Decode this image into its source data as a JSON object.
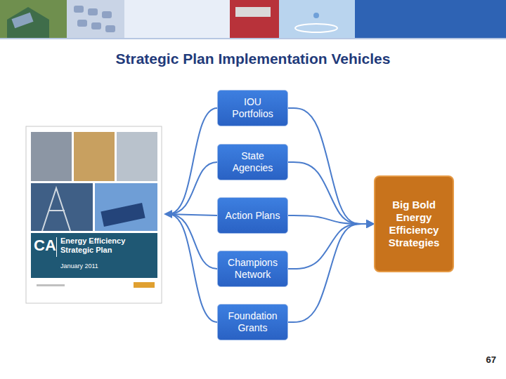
{
  "diagram": {
    "title": "Strategic Plan Implementation Vehicles",
    "nodes": [
      {
        "text": [
          "IOU Portfolios"
        ]
      },
      {
        "text": [
          "State Agencies"
        ]
      },
      {
        "text": [
          "Action Plans"
        ]
      },
      {
        "text": [
          "Champions Network"
        ]
      },
      {
        "text": [
          "Foundation Grants"
        ]
      },
      {
        "text": [
          "Big Bold Energy Efficiency Strategies"
        ]
      }
    ],
    "edges": [
      {
        "from": 0,
        "to": 5,
        "arrow": "to"
      },
      {
        "from": 1,
        "to": 5,
        "arrow": "to"
      },
      {
        "from": 2,
        "to": 5,
        "arrow": "to"
      },
      {
        "from": 3,
        "to": 5,
        "arrow": "to"
      },
      {
        "from": 4,
        "to": 5,
        "arrow": "to"
      }
    ],
    "labels": [
      "CA",
      "Energy Efficiency Strategic Plan",
      "January 2011",
      "67"
    ]
  }
}
